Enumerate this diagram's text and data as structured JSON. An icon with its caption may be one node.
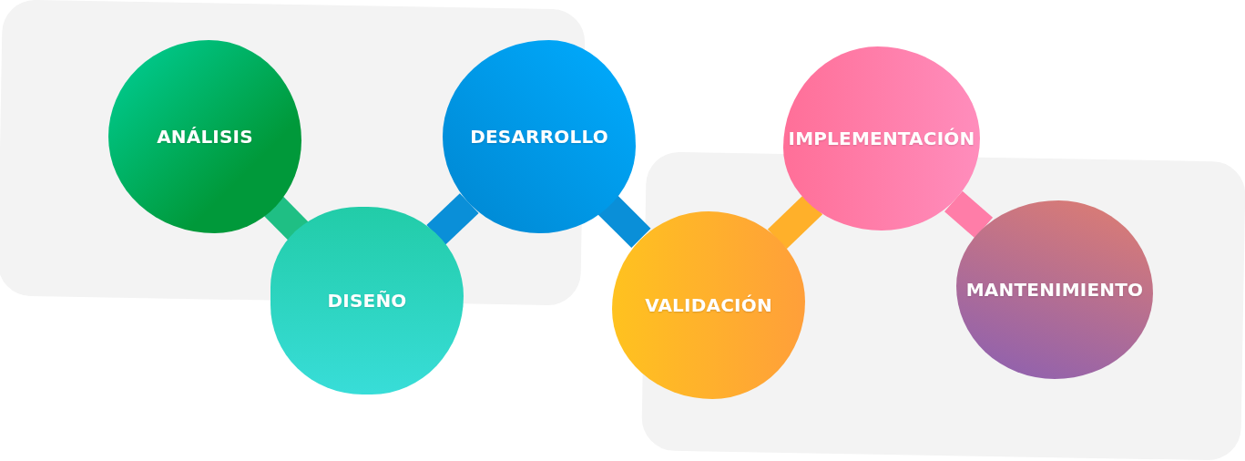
{
  "diagram": {
    "nodes": [
      {
        "text": [
          "ANÁLISIS"
        ]
      },
      {
        "text": [
          "DISEÑO"
        ]
      },
      {
        "text": [
          "DESARROLLO"
        ]
      },
      {
        "text": [
          "VALIDACIÓN"
        ]
      },
      {
        "text": [
          "IMPLEMENTACIÓN"
        ]
      },
      {
        "text": [
          "MANTENIMIENTO"
        ]
      }
    ],
    "edges": [
      {
        "from": 0,
        "to": 1,
        "arrow": "none",
        "color": "#1fbf84"
      },
      {
        "from": 1,
        "to": 2,
        "arrow": "none",
        "color": "#0a8fd8"
      },
      {
        "from": 2,
        "to": 3,
        "arrow": "none",
        "color": "#0a8fd8"
      },
      {
        "from": 3,
        "to": 4,
        "arrow": "none",
        "color": "#ffb02a"
      },
      {
        "from": 4,
        "to": 5,
        "arrow": "none",
        "color": "#ff7da8"
      }
    ]
  }
}
